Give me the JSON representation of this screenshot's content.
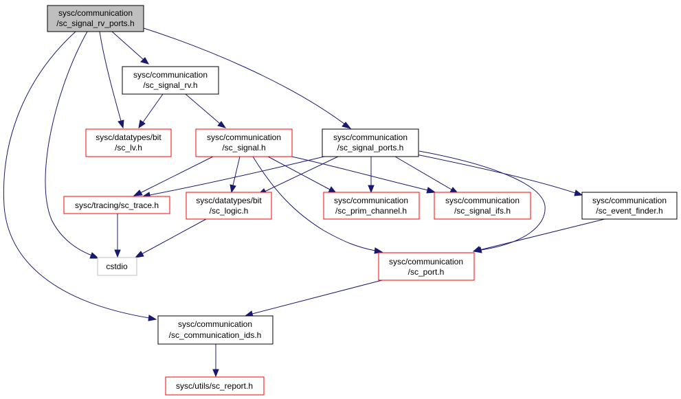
{
  "diagram": {
    "colors": {
      "edge": "#191970",
      "root_fill": "#bfbfbf",
      "border_black": "#000000",
      "border_red": "#ff0000",
      "border_gray": "#bfbfbf"
    },
    "nodes": {
      "root": {
        "line1": "sysc/communication",
        "line2": "/sc_signal_rv_ports.h"
      },
      "sc_signal_rv": {
        "line1": "sysc/communication",
        "line2": "/sc_signal_rv.h"
      },
      "sc_lv": {
        "line1": "sysc/datatypes/bit",
        "line2": "/sc_lv.h"
      },
      "sc_signal": {
        "line1": "sysc/communication",
        "line2": "/sc_signal.h"
      },
      "sc_signal_ports": {
        "line1": "sysc/communication",
        "line2": "/sc_signal_ports.h"
      },
      "sc_trace": {
        "line1": "sysc/tracing/sc_trace.h"
      },
      "sc_logic": {
        "line1": "sysc/datatypes/bit",
        "line2": "/sc_logic.h"
      },
      "sc_prim_channel": {
        "line1": "sysc/communication",
        "line2": "/sc_prim_channel.h"
      },
      "sc_signal_ifs": {
        "line1": "sysc/communication",
        "line2": "/sc_signal_ifs.h"
      },
      "sc_event_finder": {
        "line1": "sysc/communication",
        "line2": "/sc_event_finder.h"
      },
      "cstdio": {
        "line1": "cstdio"
      },
      "sc_port": {
        "line1": "sysc/communication",
        "line2": "/sc_port.h"
      },
      "sc_communication_ids": {
        "line1": "sysc/communication",
        "line2": "/sc_communication_ids.h"
      },
      "sc_report": {
        "line1": "sysc/utils/sc_report.h"
      }
    }
  }
}
